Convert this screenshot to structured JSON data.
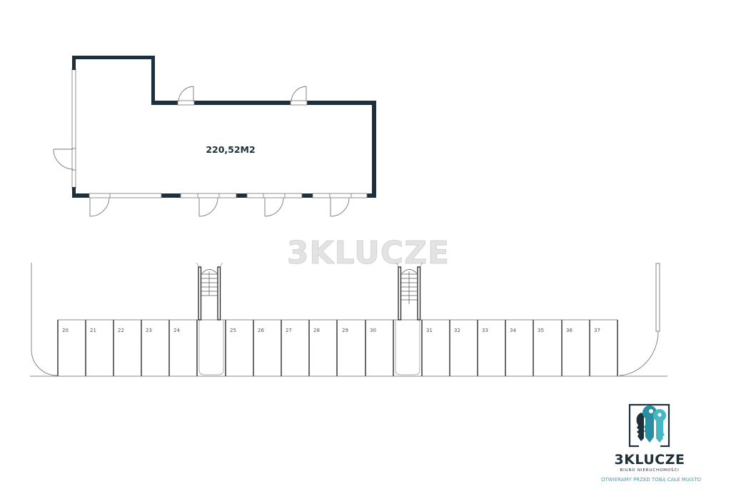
{
  "floorplan": {
    "area_label": "220,52M2",
    "wall_color": "#1c2f3a",
    "line_color": "#6f6f6f"
  },
  "watermark": {
    "text": "3KLUCZE"
  },
  "parking": {
    "stalls": [
      {
        "number": "20"
      },
      {
        "number": "21"
      },
      {
        "number": "22"
      },
      {
        "number": "23"
      },
      {
        "number": "24"
      },
      {
        "number": "25"
      },
      {
        "number": "26"
      },
      {
        "number": "27"
      },
      {
        "number": "28"
      },
      {
        "number": "29"
      },
      {
        "number": "30"
      },
      {
        "number": "31"
      },
      {
        "number": "32"
      },
      {
        "number": "33"
      },
      {
        "number": "34"
      },
      {
        "number": "35"
      },
      {
        "number": "36"
      },
      {
        "number": "37"
      }
    ]
  },
  "logo": {
    "name": "3KLUCZE",
    "subtitle": "BIURO NIERUCHOMOŚCI",
    "tagline": "OTWIERAMY PRZED TOBĄ CAŁE MIASTO",
    "colors": {
      "dark": "#1c2f3a",
      "teal": "#2a8fa0",
      "light_teal": "#45b8c4"
    }
  }
}
